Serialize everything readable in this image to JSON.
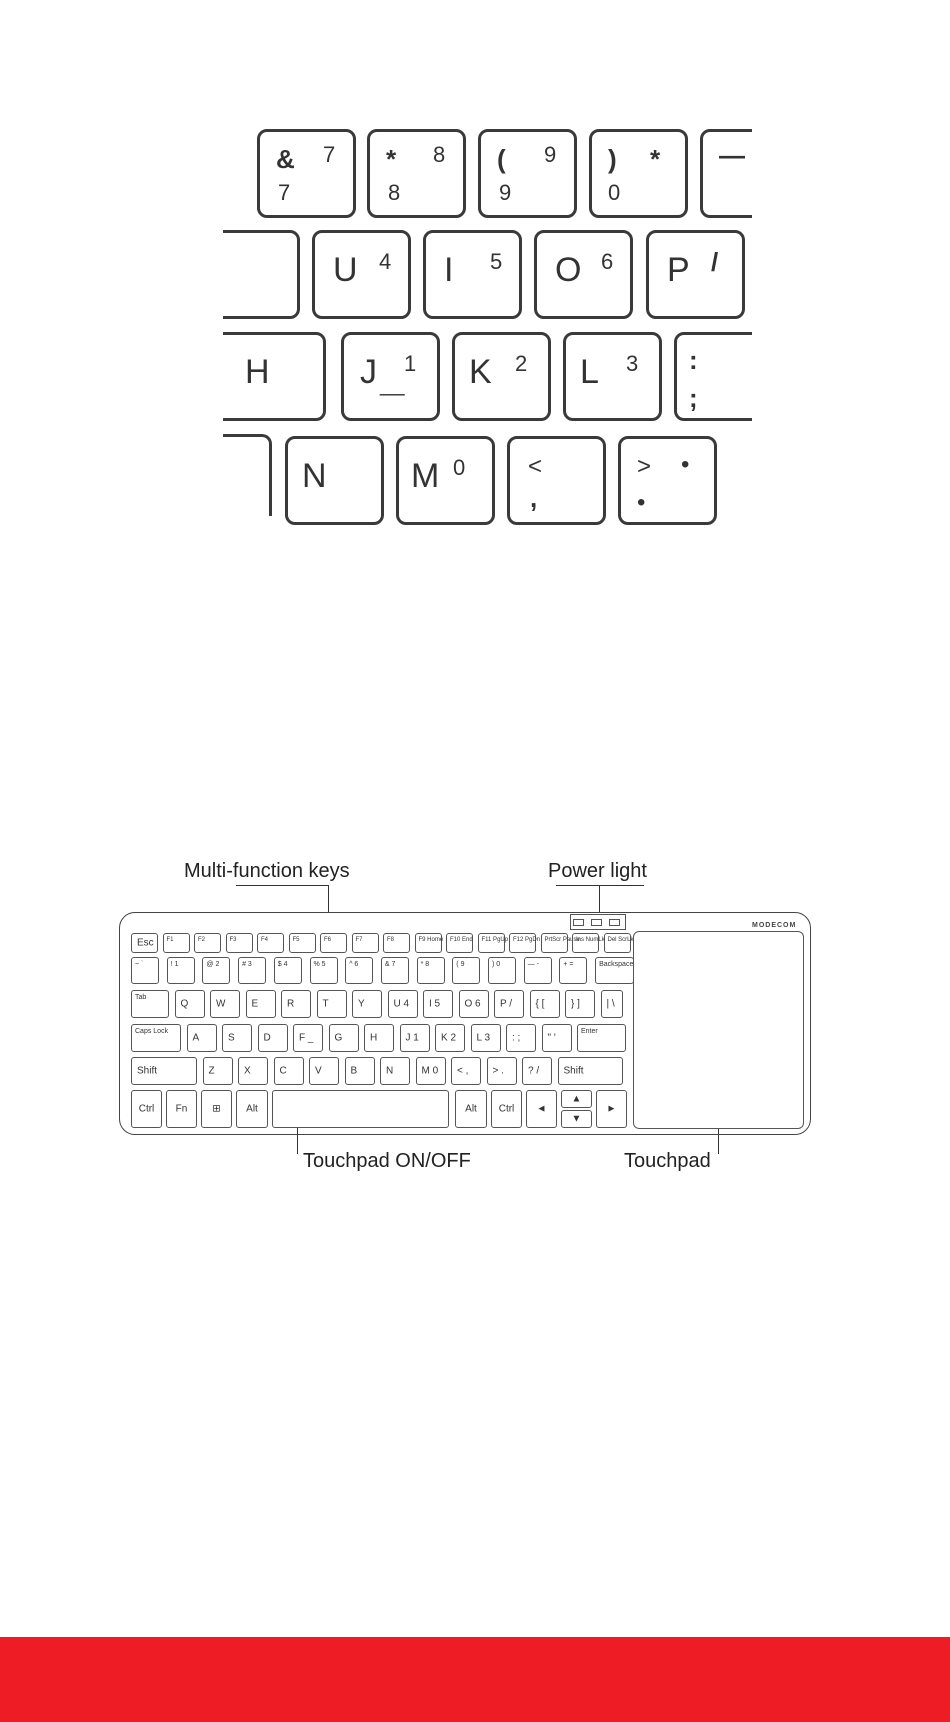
{
  "zoom": {
    "row1": [
      {
        "shift": "&",
        "num": "7",
        "base": "7"
      },
      {
        "shift": "*",
        "num": "8",
        "base": "8"
      },
      {
        "shift": "(",
        "num": "9",
        "base": "9"
      },
      {
        "shift": ")",
        "num": "*",
        "base": "0"
      },
      {
        "shift": "—",
        "num": "",
        "base": ""
      }
    ],
    "row2": [
      {
        "main": "U",
        "num": "4"
      },
      {
        "main": "I",
        "num": "5"
      },
      {
        "main": "O",
        "num": "6"
      },
      {
        "main": "P",
        "num": "/"
      }
    ],
    "row3": [
      {
        "main": "H",
        "num": ""
      },
      {
        "main": "J",
        "num": "1",
        "extra": "__"
      },
      {
        "main": "K",
        "num": "2"
      },
      {
        "main": "L",
        "num": "3"
      },
      {
        "main": ":",
        "num": "",
        "extra": ";"
      }
    ],
    "row4": [
      {
        "main": "N",
        "num": ""
      },
      {
        "main": "M",
        "num": "0"
      },
      {
        "main": "<",
        "num": "",
        "extra": ","
      },
      {
        "main": ">",
        "num": "•",
        "extra": "•"
      }
    ]
  },
  "callouts": {
    "multifunction": "Multi-function keys",
    "power": "Power light",
    "touchpad_toggle": "Touchpad ON/OFF",
    "touchpad": "Touchpad"
  },
  "keyboard": {
    "brand": "MODECOM",
    "row_fn": [
      "Esc",
      "F1",
      "F2",
      "F3",
      "F4",
      "F5",
      "F6",
      "F7",
      "F8",
      "F9 Home",
      "F10 End",
      "F11 PgUp",
      "F12 PgDn",
      "PrtScr Pause",
      "Ins NumLk",
      "Del ScrLk"
    ],
    "row_num": [
      "~ `",
      "! 1",
      "@ 2",
      "# 3",
      "$ 4",
      "% 5",
      "^ 6",
      "& 7",
      "* 8",
      "( 9",
      ") 0",
      "— -",
      "+ =",
      "Backspace"
    ],
    "row_q": [
      "Tab",
      "Q",
      "W",
      "E",
      "R",
      "T",
      "Y",
      "U 4",
      "I 5",
      "O 6",
      "P /",
      "{ [",
      "} ]",
      "| \\"
    ],
    "row_a": [
      "Caps Lock",
      "A",
      "S",
      "D",
      "F _",
      "G",
      "H",
      "J 1",
      "K 2",
      "L 3",
      ": ;",
      "\" '",
      "Enter"
    ],
    "row_z": [
      "Shift",
      "Z",
      "X",
      "C",
      "V",
      "B",
      "N",
      "M 0",
      "< ,",
      "> .",
      "? /",
      "Shift"
    ],
    "row_b": [
      "Ctrl",
      "Fn",
      "⊞",
      "Alt",
      "",
      "Alt",
      "Ctrl",
      "◄",
      "▲",
      "▼",
      "►"
    ]
  },
  "colors": {
    "footer": "#ee1c24",
    "stroke": "#3a3a3a"
  }
}
